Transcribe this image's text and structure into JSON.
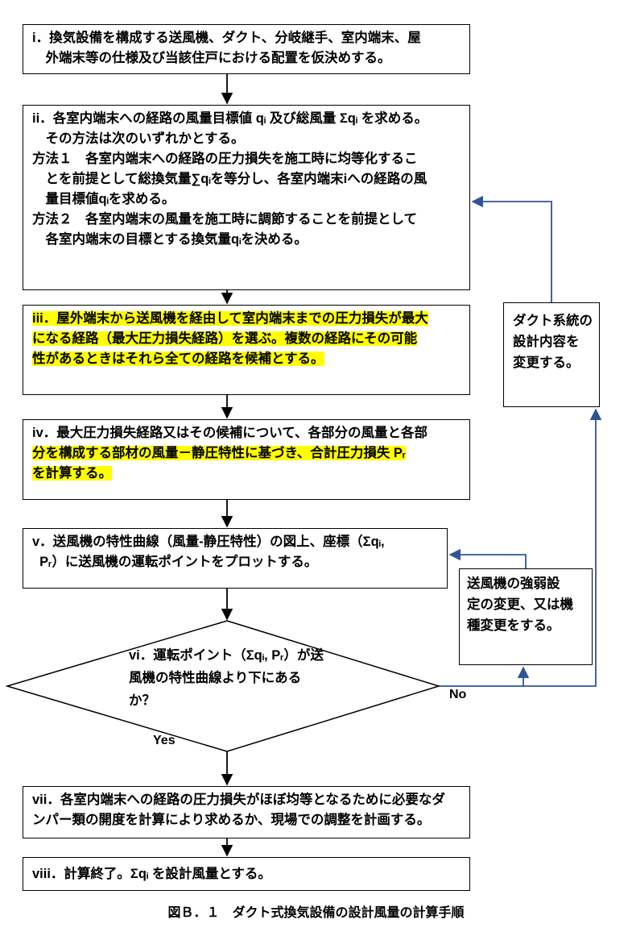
{
  "caption": "図Ｂ．１　ダクト式換気設備の設計風量の計算手順",
  "labels": {
    "yes": "Yes",
    "no": "No"
  },
  "colors": {
    "highlight": "#ffff00",
    "feedback_arrow": "#2f5496",
    "flow_arrow": "#000000",
    "border": "#000000"
  },
  "steps": {
    "i": {
      "lines": [
        "i．換気設備を構成する送風機、ダクト、分岐継手、室内端末、屋",
        "　外端末等の仕様及び当該住戸における配置を仮決めする。"
      ]
    },
    "ii": {
      "lines": [
        "ii．各室内端末への経路の風量目標値 qᵢ 及び総風量 Σqᵢ を求める。",
        "　その方法は次のいずれかとする。",
        "方法１　各室内端末への経路の圧力損失を施工時に均等化するこ",
        "　とを前提として総換気量∑qᵢを等分し、各室内端末iへの経路の風",
        "　量目標値qᵢを求める。",
        "方法２　各室内端末の風量を施工時に調節することを前提として",
        "　各室内端末の目標とする換気量qᵢを決める。"
      ]
    },
    "iii": {
      "lines": [
        "iii．屋外端末から送風機を経由して室内端末までの圧力損失が最大",
        "になる経路（最大圧力損失経路）を選ぶ。複数の経路にその可能",
        "性があるときはそれら全ての経路を候補とする。"
      ]
    },
    "iv": {
      "lines": [
        "iv．最大圧力損失経路又はその候補について、各部分の風量と各部",
        "分を構成する部材の風量－静圧特性に基づき、合計圧力損失 Pᵣ",
        "を計算する。"
      ]
    },
    "v": {
      "lines": [
        "v．送風機の特性曲線（風量-静圧特性）の図上、座標（Σqᵢ,",
        "  Pᵣ）に送風機の運転ポイントをプロットする。"
      ]
    },
    "vi": {
      "lines": [
        "vi．運転ポイント（Σqᵢ, Pᵣ）が送",
        "風機の特性曲線より下にある",
        "か？"
      ]
    },
    "vii": {
      "lines": [
        "vii．各室内端末への経路の圧力損失がほぼ均等となるために必要なダ",
        "ンパー類の開度を計算により求めるか、現場での調整を計画する。"
      ]
    },
    "viii": {
      "lines": [
        "viii．計算終了。Σqᵢ を設計風量とする。"
      ]
    }
  },
  "side_boxes": {
    "duct_change": {
      "lines": [
        "ダクト系統の",
        "設計内容を",
        "変更する。"
      ]
    },
    "fan_change": {
      "lines": [
        "送風機の強弱設",
        "定の変更、又は機",
        "種変更をする。"
      ]
    }
  }
}
